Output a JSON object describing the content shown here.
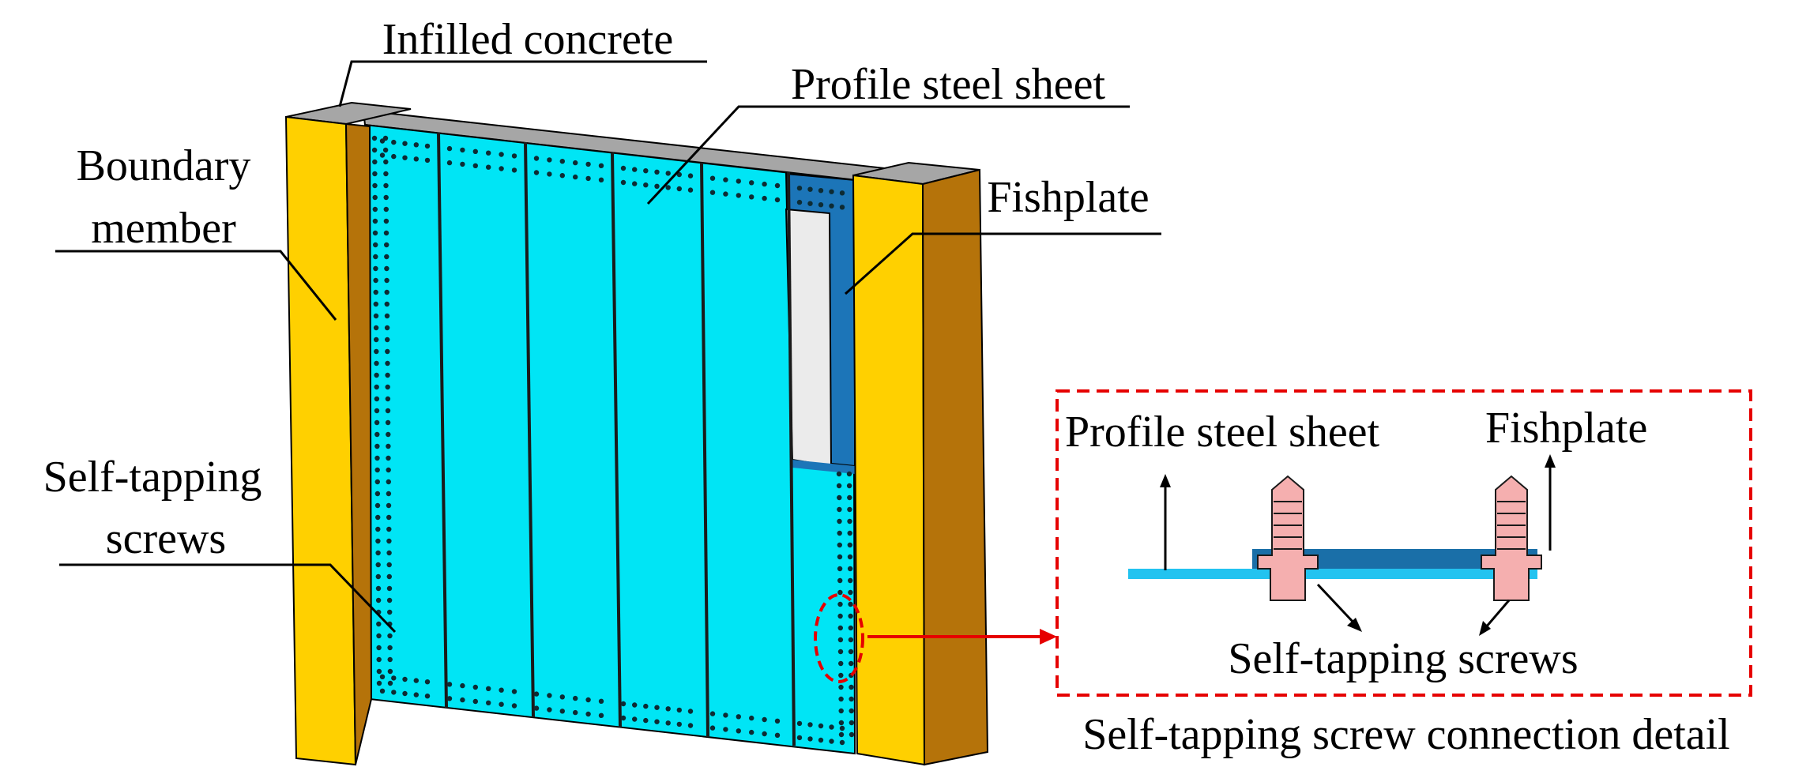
{
  "labels": {
    "infilled_concrete": "Infilled concrete",
    "profile_steel_sheet": "Profile steel sheet",
    "boundary_member_line1": "Boundary",
    "boundary_member_line2": "member",
    "fishplate": "Fishplate",
    "self_tapping_line1": "Self-tapping",
    "self_tapping_line2": "screws"
  },
  "detail": {
    "profile_steel_sheet": "Profile steel sheet",
    "fishplate": "Fishplate",
    "self_tapping_screws": "Self-tapping screws",
    "caption": "Self-tapping screw connection detail"
  },
  "colors": {
    "boundary_front": "#FFD000",
    "boundary_side": "#B5730A",
    "steel_sheet": "#00E5F5",
    "fishplate": "#1C75B8",
    "opening": "#EBEBEB",
    "concrete_top": "#A6A6A6",
    "screw": "#F5AFAF",
    "callout": "#E60000"
  }
}
